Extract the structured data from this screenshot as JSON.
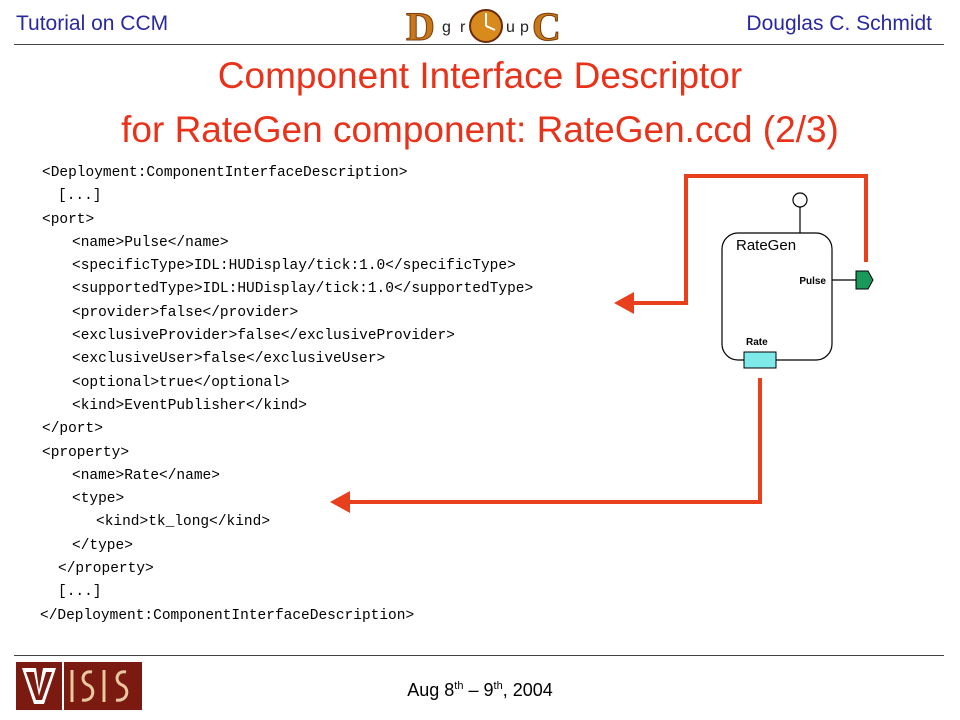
{
  "header": {
    "left": "Tutorial on CCM",
    "right": "Douglas C. Schmidt",
    "logo_letters": [
      "D",
      "g",
      "r",
      "u",
      "p",
      "C"
    ]
  },
  "title": {
    "line1": "Component Interface Descriptor",
    "line2": "for RateGen component: RateGen.ccd (2/3)"
  },
  "code_lines": [
    "<Deployment:ComponentInterfaceDescription>",
    "[...]",
    "<port>",
    "<name>Pulse</name>",
    "<specificType>IDL:HUDisplay/tick:1.0</specificType>",
    "<supportedType>IDL:HUDisplay/tick:1.0</supportedType>",
    "<provider>false</provider>",
    "<exclusiveProvider>false</exclusiveProvider>",
    "<exclusiveUser>false</exclusiveUser>",
    "<optional>true</optional>",
    "<kind>EventPublisher</kind>",
    "</port>",
    "<property>",
    "<name>Rate</name>",
    "<type>",
    "<kind>tk_long</kind>",
    "</type>",
    "</property>",
    "[...]",
    "</Deployment:ComponentInterfaceDescription>"
  ],
  "diagram": {
    "component_name": "RateGen",
    "port_pulse": "Pulse",
    "port_rate": "Rate",
    "colors": {
      "arrow": "#e8401c",
      "pulse_port": "#1a9a5a",
      "rate_port": "#7fe8e8"
    }
  },
  "footer": {
    "date_prefix": "Aug 8",
    "date_sup1": "th",
    "date_mid": " – 9",
    "date_sup2": "th",
    "date_suffix": ", 2004"
  }
}
